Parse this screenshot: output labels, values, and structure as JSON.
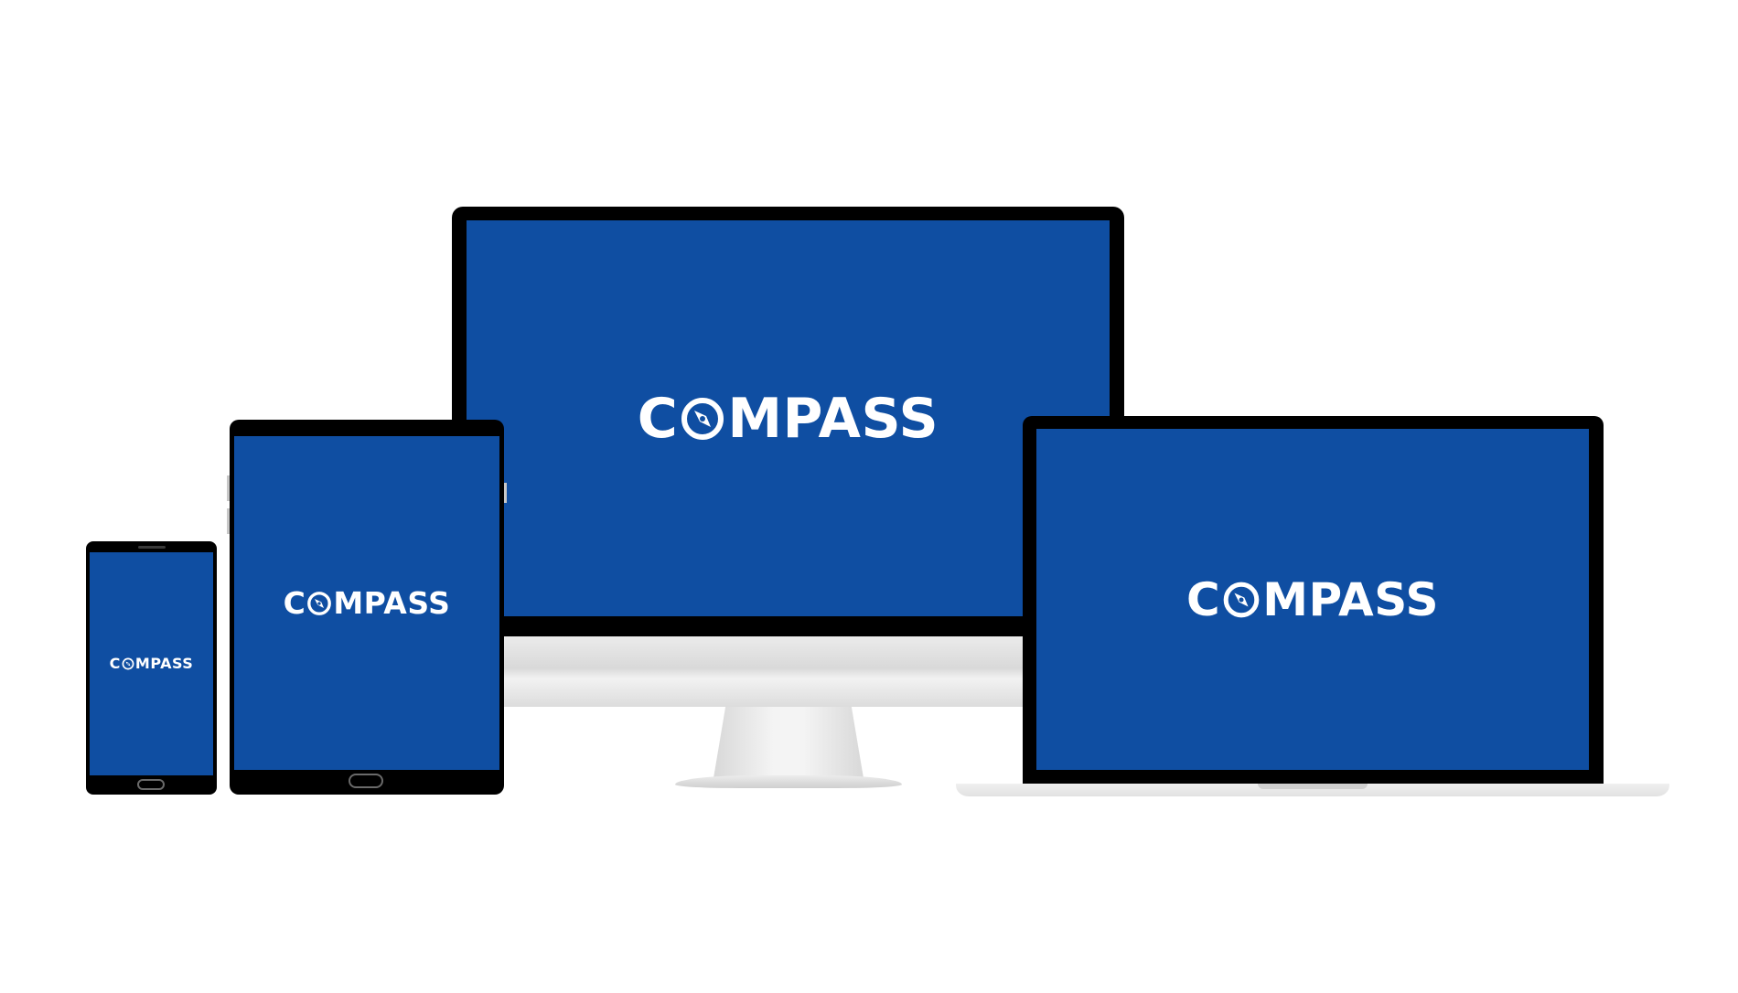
{
  "brand": {
    "logo_prefix": "C",
    "logo_suffix": "MPASS",
    "logo_text": "COMPASS",
    "screen_color": "#0f4ea2",
    "icon": "compass-icon"
  },
  "devices": [
    "desktop-monitor",
    "laptop",
    "tablet",
    "phone"
  ]
}
